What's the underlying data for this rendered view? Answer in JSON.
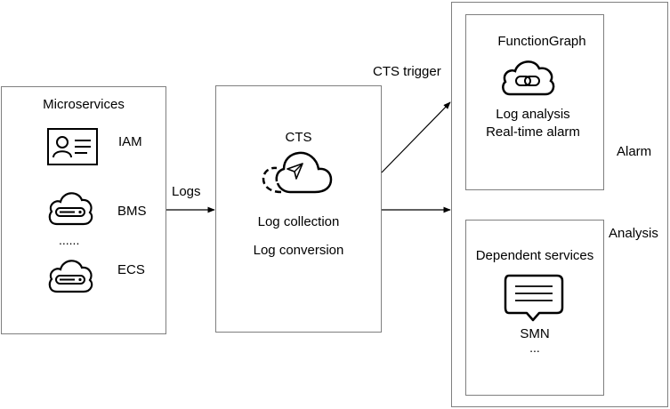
{
  "microservices": {
    "title": "Microservices",
    "items": [
      {
        "label": "IAM",
        "icon": "id-card-icon"
      },
      {
        "label": "BMS",
        "icon": "cloud-server-icon"
      },
      {
        "label": "ECS",
        "icon": "cloud-server-icon"
      }
    ],
    "ellipsis": "......"
  },
  "arrows": {
    "logs": "Logs",
    "cts_trigger": "CTS trigger"
  },
  "cts": {
    "title": "CTS",
    "icon": "cloud-send-icon",
    "line1": "Log collection",
    "line2": "Log conversion"
  },
  "right_panel": {
    "alarm_label": "Alarm",
    "analysis_label": "Analysis",
    "functiongraph": {
      "title": "FunctionGraph",
      "icon": "cloud-link-icon",
      "line1": "Log analysis",
      "line2": "Real-time alarm"
    },
    "dependent": {
      "title": "Dependent services",
      "icon": "message-icon",
      "item": "SMN",
      "ellipsis": "..."
    }
  },
  "colors": {
    "border": "#7f7f7f",
    "stroke": "#000000"
  }
}
